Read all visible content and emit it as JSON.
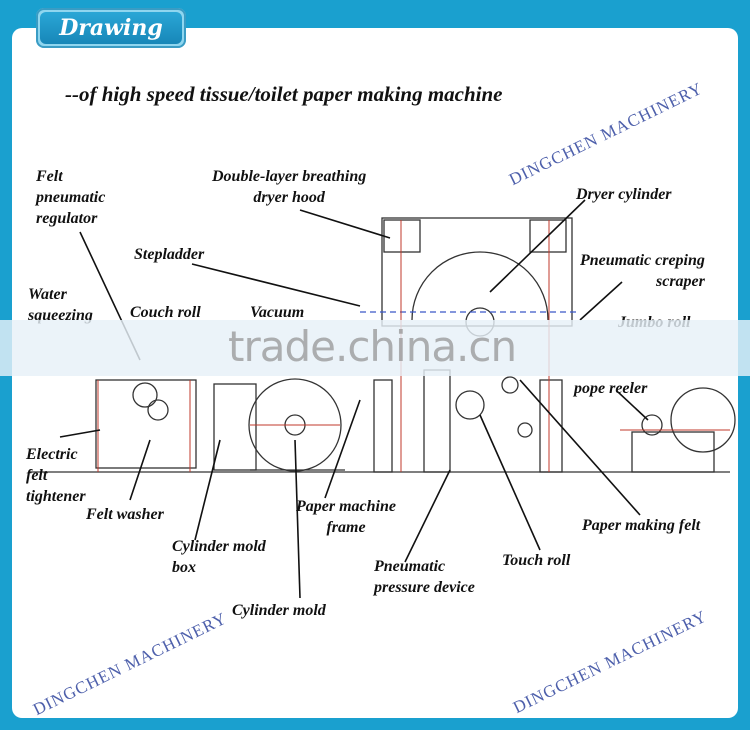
{
  "header": {
    "tab_label": "Drawing"
  },
  "subtitle": "--of high speed tissue/toilet paper making machine",
  "labels": {
    "felt_regulator": "Felt\npneumatic\nregulator",
    "dryer_hood": "Double-layer breathing\ndryer hood",
    "dryer_cylinder": "Dryer cylinder",
    "stepladder": "Stepladder",
    "creping_scraper": "Pneumatic creping\nscraper",
    "water_squeezing": "Water\nsqueezing",
    "couch_roll": "Couch roll",
    "vacuum": "Vacuum",
    "jumbo_roll": "Jumbo roll",
    "pope_reeler": "pope reeler",
    "electric_felt_tightener": "Electric\nfelt\ntightener",
    "felt_washer": "Felt washer",
    "machine_frame": "Paper machine\nframe",
    "cylinder_mold_box": "Cylinder mold\nbox",
    "pressure_device": "Pneumatic\npressure device",
    "touch_roll": "Touch roll",
    "making_felt": "Paper making felt",
    "cylinder_mold": "Cylinder mold"
  },
  "watermarks": {
    "top_right": "DINGCHEN MACHINERY",
    "bottom_left": "DINGCHEN MACHINERY",
    "bottom_right": "DINGCHEN MACHINERY",
    "center_band": "trade.china.cn"
  },
  "colors": {
    "background": "#1aa0cf",
    "panel": "#ffffff",
    "drawing_line": "#333333",
    "accent_line": "#c0392b",
    "watermark": "#3b4fa3"
  }
}
